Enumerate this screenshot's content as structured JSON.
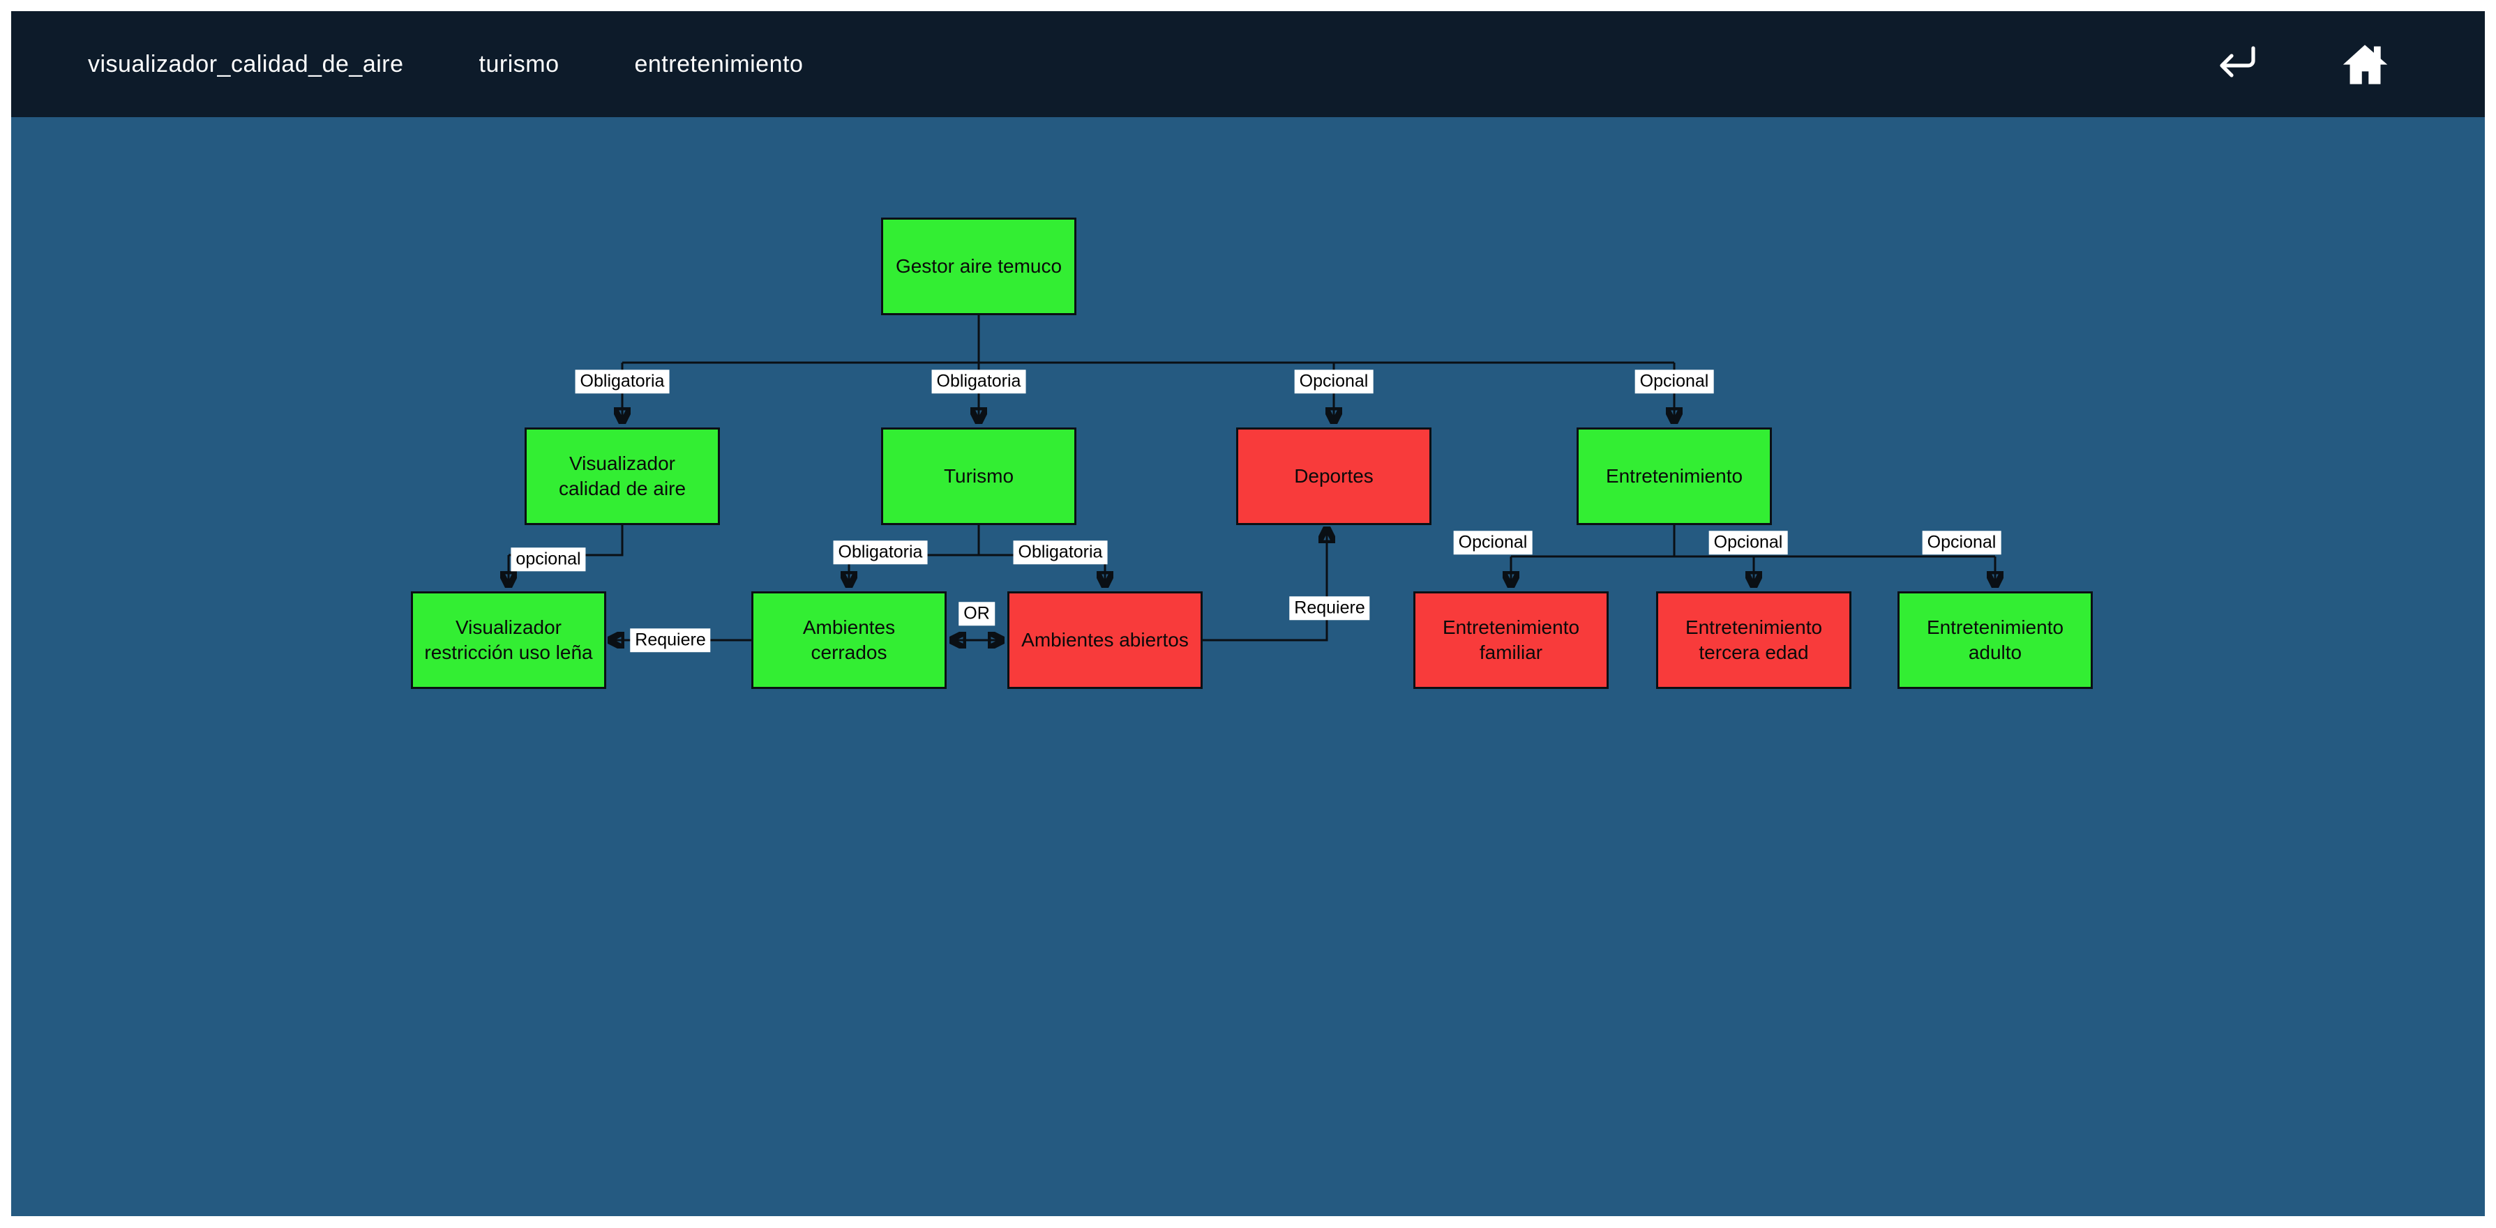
{
  "navbar": {
    "items": [
      {
        "label": "visualizador_calidad_de_aire"
      },
      {
        "label": "turismo"
      },
      {
        "label": "entretenimiento"
      }
    ],
    "icons": [
      {
        "name": "return-icon"
      },
      {
        "name": "home-icon"
      }
    ]
  },
  "colors": {
    "navbar_bg": "#0d1b2a",
    "canvas_bg": "#255a81",
    "node_included_green": "#33ee33",
    "node_excluded_red": "#f83b3b",
    "connector": "#0a0f14",
    "edge_label_bg": "#ffffff",
    "nav_text": "#ffffff"
  },
  "diagram": {
    "type": "feature-model-tree",
    "nodes": [
      {
        "id": "gestor",
        "label": "Gestor aire temuco",
        "state": "included"
      },
      {
        "id": "vca",
        "label": "Visualizador calidad de aire",
        "state": "included"
      },
      {
        "id": "turismo",
        "label": "Turismo",
        "state": "included"
      },
      {
        "id": "deportes",
        "label": "Deportes",
        "state": "excluded"
      },
      {
        "id": "entretenimiento",
        "label": "Entretenimiento",
        "state": "included"
      },
      {
        "id": "restriccion",
        "label": "Visualizador restricción uso leña",
        "state": "included"
      },
      {
        "id": "cerrados",
        "label": "Ambientes cerrados",
        "state": "included"
      },
      {
        "id": "abiertos",
        "label": "Ambientes abiertos",
        "state": "excluded"
      },
      {
        "id": "familiar",
        "label": "Entretenimiento familiar",
        "state": "excluded"
      },
      {
        "id": "tercera",
        "label": "Entretenimiento tercera edad",
        "state": "excluded"
      },
      {
        "id": "adulto",
        "label": "Entretenimiento adulto",
        "state": "included"
      }
    ],
    "edges": [
      {
        "from": "Gestor aire temuco",
        "to": "Visualizador calidad de aire",
        "type": "Obligatoria"
      },
      {
        "from": "Gestor aire temuco",
        "to": "Turismo",
        "type": "Obligatoria"
      },
      {
        "from": "Gestor aire temuco",
        "to": "Deportes",
        "type": "Opcional"
      },
      {
        "from": "Gestor aire temuco",
        "to": "Entretenimiento",
        "type": "Opcional"
      },
      {
        "from": "Visualizador calidad de aire",
        "to": "Visualizador restricción uso leña",
        "type": "opcional"
      },
      {
        "from": "Turismo",
        "to": "Ambientes cerrados",
        "type": "Obligatoria"
      },
      {
        "from": "Turismo",
        "to": "Ambientes abiertos",
        "type": "Obligatoria"
      },
      {
        "from": "Ambientes cerrados",
        "to": "Visualizador restricción uso leña",
        "type": "Requiere"
      },
      {
        "from": "Ambientes cerrados",
        "to": "Ambientes abiertos",
        "type": "OR"
      },
      {
        "from": "Ambientes abiertos",
        "to": "Deportes",
        "type": "Requiere"
      },
      {
        "from": "Entretenimiento",
        "to": "Entretenimiento familiar",
        "type": "Opcional"
      },
      {
        "from": "Entretenimiento",
        "to": "Entretenimiento tercera edad",
        "type": "Opcional"
      },
      {
        "from": "Entretenimiento",
        "to": "Entretenimiento adulto",
        "type": "Opcional"
      }
    ],
    "edge_labels": {
      "root_vca": "Obligatoria",
      "root_turismo": "Obligatoria",
      "root_deportes": "Opcional",
      "root_entretenimiento": "Opcional",
      "vca_restriccion": "opcional",
      "turismo_cerrados": "Obligatoria",
      "turismo_abiertos": "Obligatoria",
      "cerrados_restriccion": "Requiere",
      "cerrados_abiertos": "OR",
      "abiertos_deportes": "Requiere",
      "ent_familiar": "Opcional",
      "ent_tercera": "Opcional",
      "ent_adulto": "Opcional"
    }
  }
}
